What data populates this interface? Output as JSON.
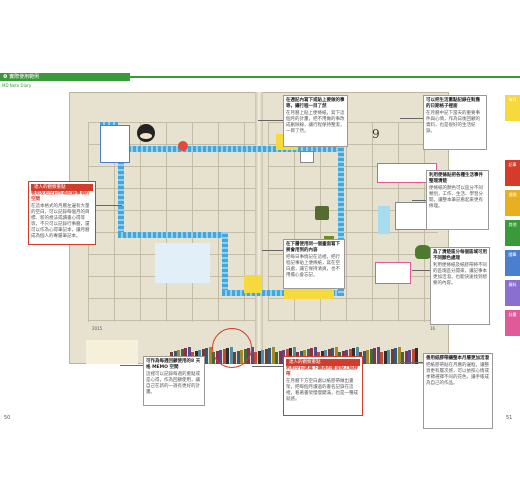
{
  "header": {
    "section": "❹ 實際使用範例",
    "sub": "MD Note Diary"
  },
  "left_note": {
    "head": "達人的觀察重點",
    "title": "善用左右空白作為記錄事項的空間",
    "body": "在這本格式的月曆左邊有大量的空白，可以記錄每個月的目標、新的想法或讀書心得等等，不只可以記錄行事曆，還可以作為心得筆記本，讓月曆成為個人的專屬筆記本。"
  },
  "top_center": {
    "title": "在週記內寫下或貼上要做的事等，讓行程一目了然",
    "body": "在月曆上貼上便條紙，寫下這個月的計畫，把不用做的事改成刪除線，讓行程保持整潔，一目了然。"
  },
  "mid_center": {
    "title": "在下層使用同一個畫面寫下將會用到的內容",
    "body": "把每日事情記在這裡，把行程記事貼上便條紙，寫在空白處，讓它保持清爽，也不用擔心會忘記。"
  },
  "top_right": {
    "title": "可以把生活重點記錄在對應的日期格子裡面",
    "body": "在月曆中記下當天的重要事件與心情，作為日後回顧的資料，也是很好的生活紀錄。"
  },
  "right_mid": {
    "title": "利用便條貼把各種生活事件整理清楚",
    "body": "便條紙的顏色可以區分不同類別，工作、生活、學習分開，讓整本筆記看起來更有條理。"
  },
  "right_low": {
    "title": "為了清楚區分每個區域可用不同顏色處理",
    "body": "利用便條紙及紙膠帶將不同的區塊區分開來，讓記事本更加活潑，也能快速找到想要的內容。"
  },
  "bottom_left": {
    "title": "可作為每週回顧使用的8 天格 MEMO 空間",
    "body": "這裡可以記錄每週的重點或是心得，作為回顧使用，讓自己在新的一週有更好的計畫。"
  },
  "bottom_center": {
    "head": "達人的觀察重點",
    "title": "利用空白處寫下讀過的書並貼上紙膠帶",
    "body": "在月曆下方空白處以紙膠帶做出書架，把每個月讀過的書名記錄在這裡，看著書架慢慢變滿，也是一種成就感。"
  },
  "bottom_right": {
    "title": "善用紙膠帶讓整本月曆更加活潑",
    "body": "把紙膠帶貼在月曆的邊框，讓整頁更有層次感，可以依照心情或季節選擇不同的花色，讓手帳成為自己的作品。"
  },
  "tabs": [
    "每月",
    "記事",
    "週間",
    "其他",
    "隨筆",
    "資料",
    "計畫"
  ],
  "calendar": {
    "month": "9",
    "year": "2015",
    "page_number": "16"
  },
  "page_numbers": {
    "left": "50",
    "right": "51"
  },
  "colors": {
    "green": "#3a9a3a",
    "red": "#d43b2a",
    "tape": "#45a6dc",
    "yellow": "#f6d93d"
  }
}
